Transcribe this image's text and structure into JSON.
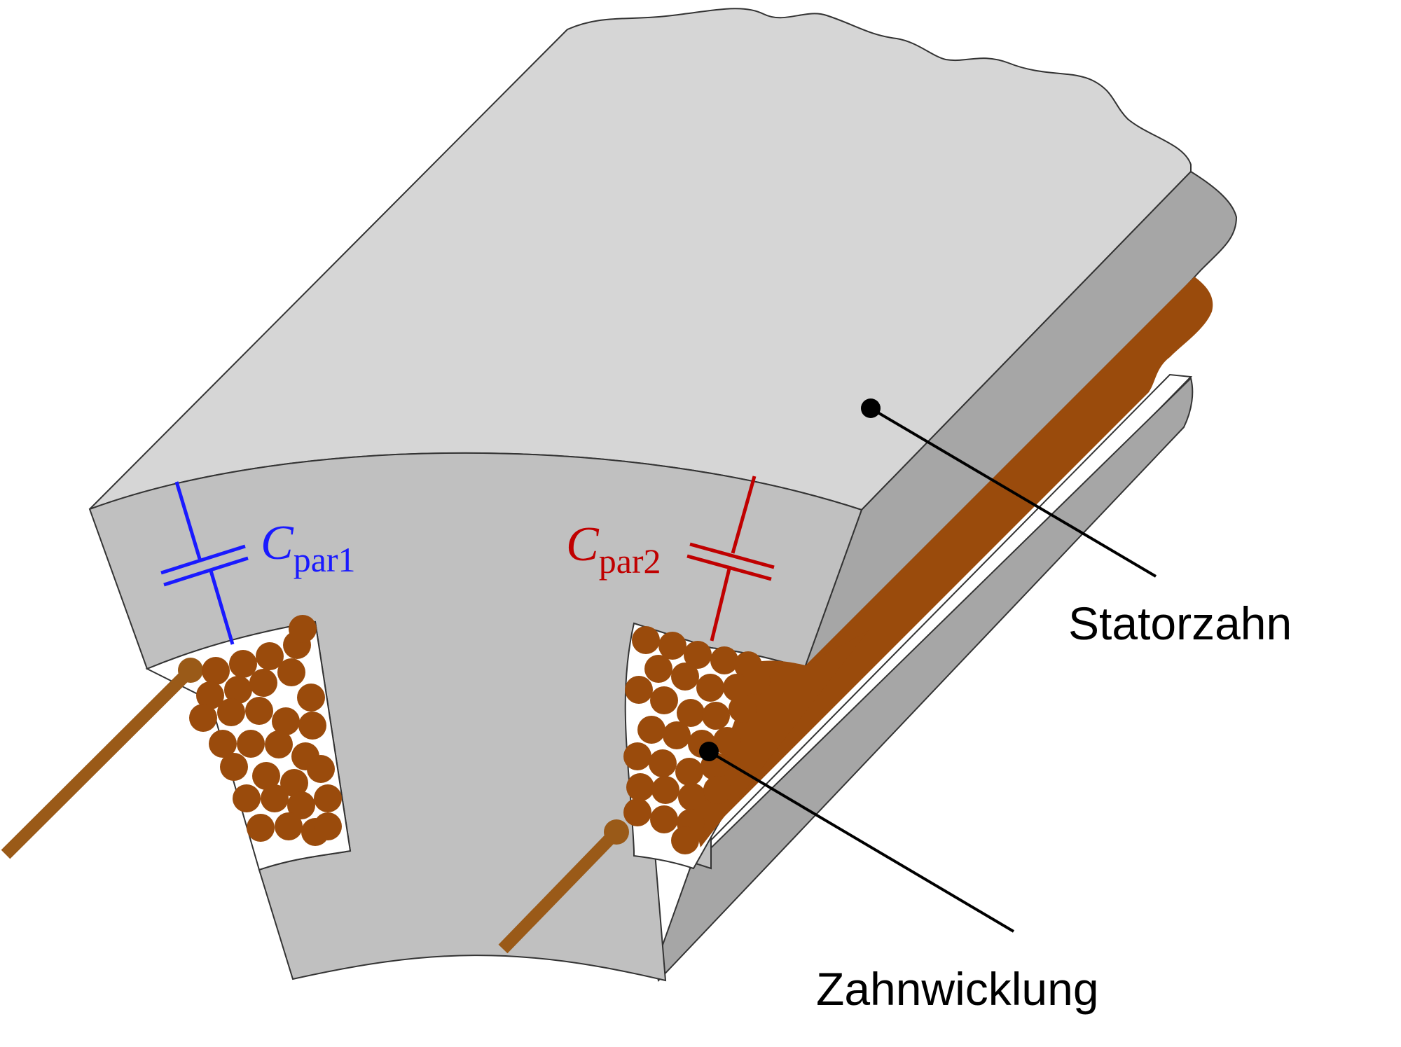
{
  "labels": {
    "stator_tooth": "Statorzahn",
    "tooth_winding": "Zahnwicklung"
  },
  "capacitors": [
    {
      "symbol": "C",
      "subscript": "par1",
      "color": "#1a1aff"
    },
    {
      "symbol": "C",
      "subscript": "par2",
      "color": "#c00000"
    }
  ],
  "colors": {
    "stator_top": "#d6d6d6",
    "stator_front": "#c0c0c0",
    "stator_side": "#a6a6a6",
    "copper": "#9a4b0c",
    "copper_wire": "#9a5a18",
    "outline": "#333333"
  }
}
